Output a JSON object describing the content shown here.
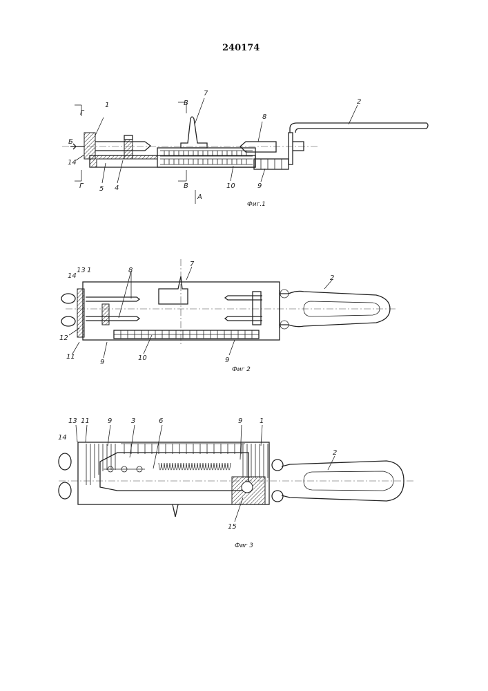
{
  "document": {
    "patent_number": "240174"
  },
  "figures": [
    {
      "caption": "Фиг.1",
      "labels": {
        "l1": "1",
        "l2": "2",
        "l4": "4",
        "l5": "5",
        "l7": "7",
        "l8": "8",
        "l9": "9",
        "l10": "10",
        "l14": "14",
        "sec_g_top": "Г",
        "sec_g_bot": "Г",
        "sec_v_top": "В",
        "sec_v_bot": "В",
        "view_b": "Б",
        "view_a": "А"
      }
    },
    {
      "caption": "Фиг 2",
      "labels": {
        "l1": "1",
        "l2": "2",
        "l7": "7",
        "l8": "8",
        "l9a": "9",
        "l9b": "9",
        "l10": "10",
        "l11": "11",
        "l12": "12",
        "l13": "13",
        "l14": "14"
      }
    },
    {
      "caption": "Фиг 3",
      "labels": {
        "l1": "1",
        "l2": "2",
        "l3": "3",
        "l6": "6",
        "l9a": "9",
        "l9b": "9",
        "l11": "11",
        "l13": "13",
        "l14": "14",
        "l15": "15"
      }
    }
  ]
}
